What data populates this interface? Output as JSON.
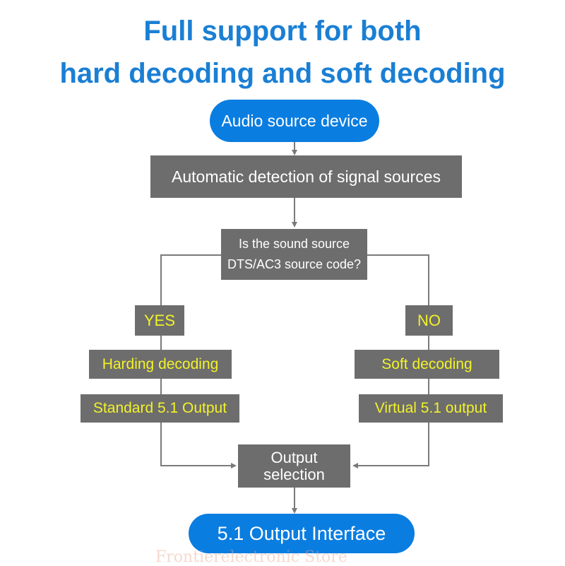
{
  "title": {
    "line1": "Full support for both",
    "line2": "hard decoding and soft decoding"
  },
  "nodes": {
    "audio_source": "Audio source device",
    "auto_detection": "Automatic detection of signal sources",
    "question_line1": "Is the sound source",
    "question_line2": "DTS/AC3 source code?",
    "yes": "YES",
    "no": "NO",
    "hard_decoding": "Harding decoding",
    "soft_decoding": "Soft decoding",
    "standard_output": "Standard 5.1 Output",
    "virtual_output": "Virtual 5.1 output",
    "output_selection_line1": "Output",
    "output_selection_line2": "selection",
    "output_interface": "5.1 Output Interface"
  },
  "watermark": "Frontierelectronic Store",
  "colors": {
    "title": "#1a7fd4",
    "pill": "#0a7de0",
    "box": "#6d6d6d",
    "yellow_text": "#f2f22a",
    "line": "#7a7a7a"
  }
}
